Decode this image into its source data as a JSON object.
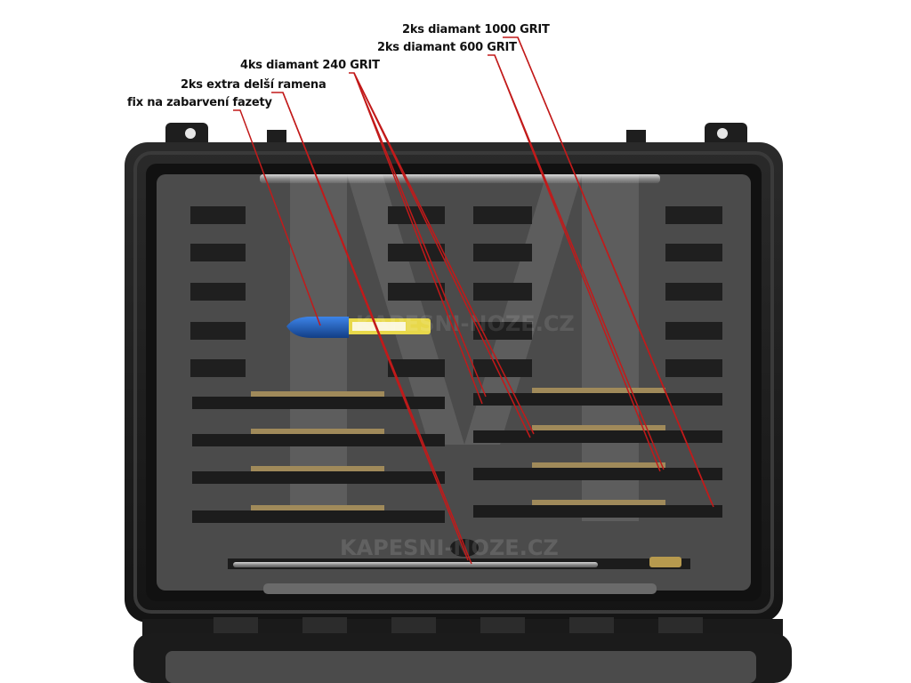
{
  "image": {
    "callouts": [
      "2ks diamant 1000 GRIT",
      "2ks diamant 600 GRIT",
      "4ks diamant 240 GRIT",
      "2ks extra delší ramena",
      "fix na zabarvení fazety"
    ],
    "watermark_text": "KAPESNI-NOZE.CZ",
    "colors": {
      "case": "#1a1a1a",
      "foam": "#4a4a4a",
      "slot": "#1c1c1c",
      "stone_tan": "#a08a5a",
      "callout_line": "#c21a1a",
      "marker_blue": "#1d5fc0",
      "marker_cap_yellow": "#e8d84a"
    }
  }
}
